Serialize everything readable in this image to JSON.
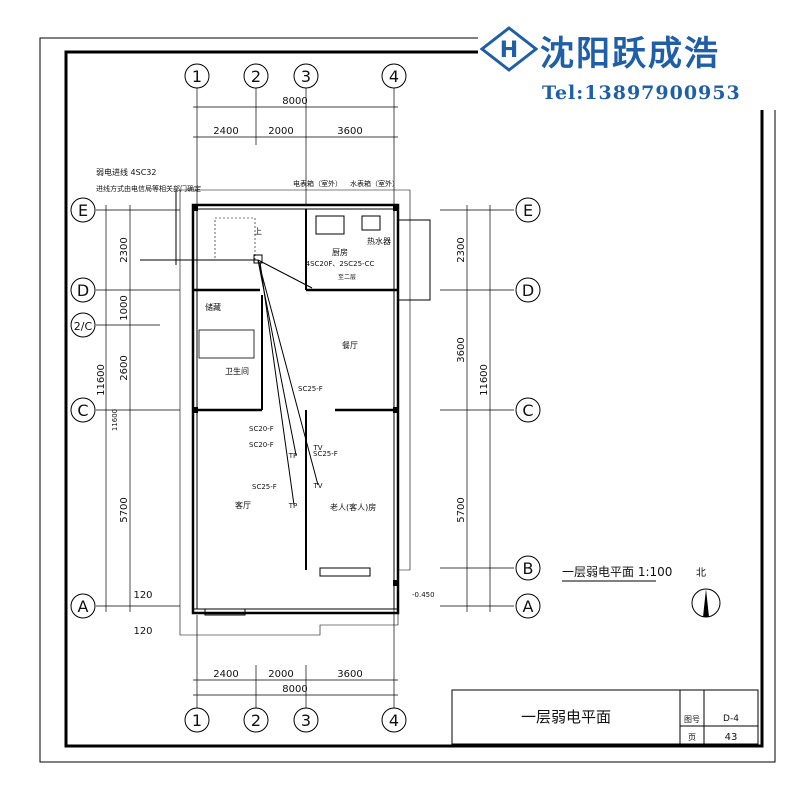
{
  "watermark": {
    "company": "沈阳跃成浩",
    "tel": "Tel:13897900953",
    "brand_color": "#1f5fa8"
  },
  "axes": {
    "top": [
      "1",
      "2",
      "3",
      "4"
    ],
    "left": [
      "E",
      "D",
      "2/C",
      "C",
      "A"
    ],
    "right": [
      "E",
      "D",
      "C",
      "B",
      "A"
    ]
  },
  "dimensions": {
    "top_total": "8000",
    "top_parts": [
      "2400",
      "2000",
      "3600"
    ],
    "bottom_parts": [
      "2400",
      "2000",
      "3600"
    ],
    "bottom_total": "8000",
    "left_parts": [
      "2300",
      "1000",
      "2600",
      "5700"
    ],
    "left_total": "11600",
    "left_inner": "11600",
    "left_small": [
      "120",
      "120"
    ],
    "right_parts": [
      "2300",
      "3600",
      "5700"
    ],
    "right_total": "11600"
  },
  "notes": {
    "incoming": "弱电进线 4SC32",
    "incoming_method": "进线方式由电信局等相关部门确定",
    "meter_box": "电表箱（室外）",
    "water_box": "水表箱（室外）",
    "heater": "热水器",
    "up": "上",
    "kitchen_pipe": "4SC20F、2SC25-CC",
    "to_second": "至二层",
    "level": "-0.450"
  },
  "rooms": {
    "kitchen": "厨房",
    "storage": "储藏",
    "dining": "餐厅",
    "bathroom": "卫生间",
    "living": "客厅",
    "guest": "老人(客人)房"
  },
  "conduits": [
    "SC25-F",
    "SC20-F",
    "SC20-F",
    "SC25-F",
    "SC25-F"
  ],
  "outlets": [
    "TP",
    "TV",
    "TP",
    "TV"
  ],
  "plan_title": "一层弱电平面  1:100",
  "north": "北",
  "title_block": {
    "name": "一层弱电平面",
    "drawing_no_label": "图号",
    "drawing_no": "D-4",
    "page_label": "页",
    "page": "43"
  }
}
